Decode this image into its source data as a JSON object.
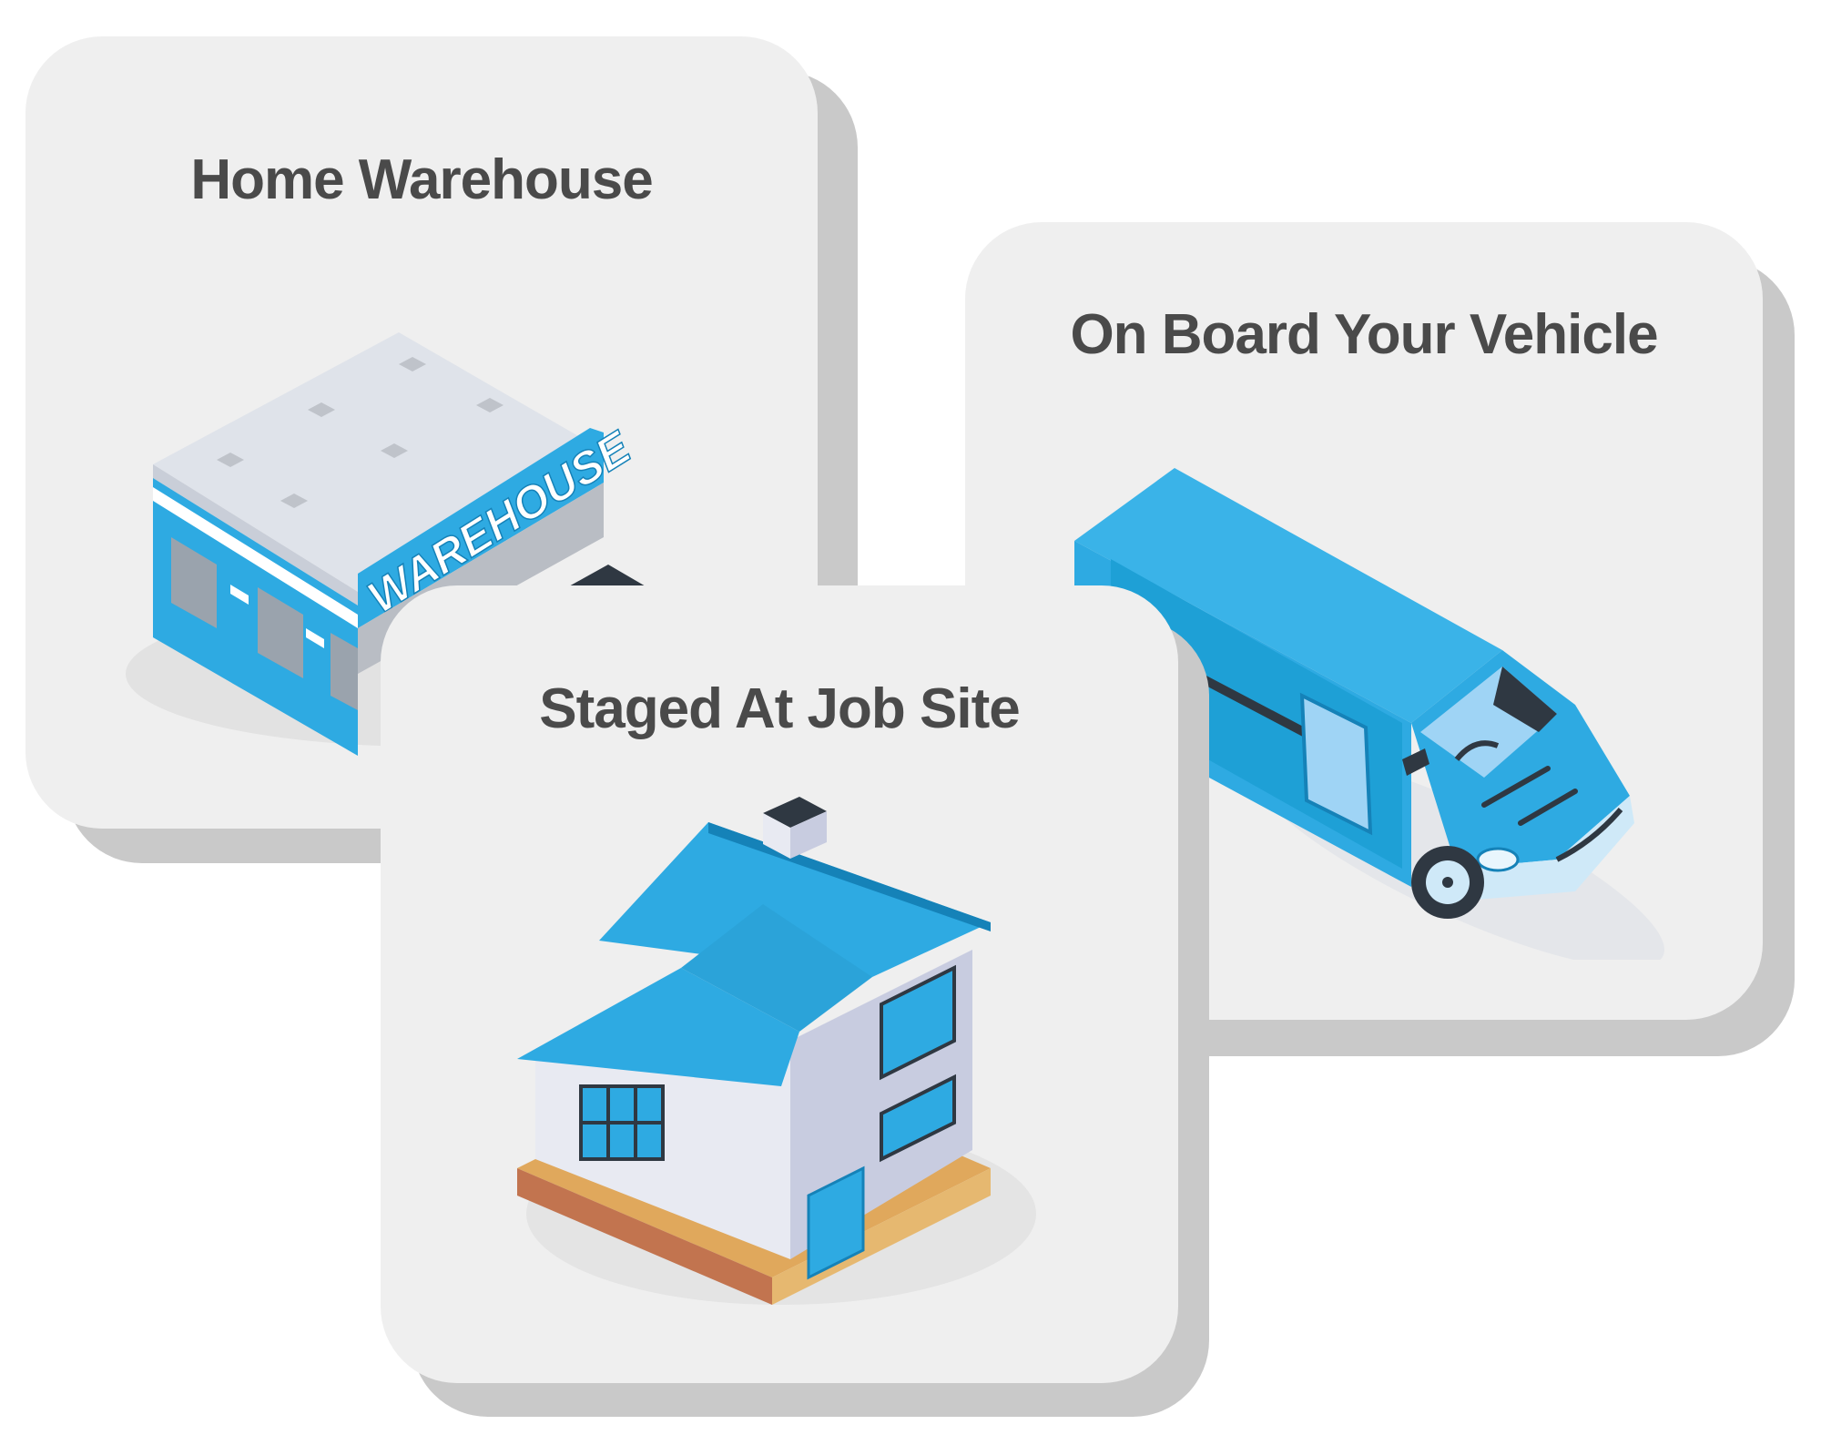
{
  "cards": [
    {
      "id": "warehouse",
      "title": "Home Warehouse",
      "sign_text": "WAREHOUSE",
      "icon": "warehouse-icon"
    },
    {
      "id": "vehicle",
      "title": "On Board Your Vehicle",
      "icon": "van-icon"
    },
    {
      "id": "jobsite",
      "title": "Staged At Job Site",
      "icon": "house-icon"
    }
  ],
  "colors": {
    "card_bg": "#efefef",
    "card_shadow": "#c9c9c9",
    "title_text": "#4a4a4a",
    "accent_blue": "#2eaae2",
    "dark_blue": "#1582b8"
  }
}
